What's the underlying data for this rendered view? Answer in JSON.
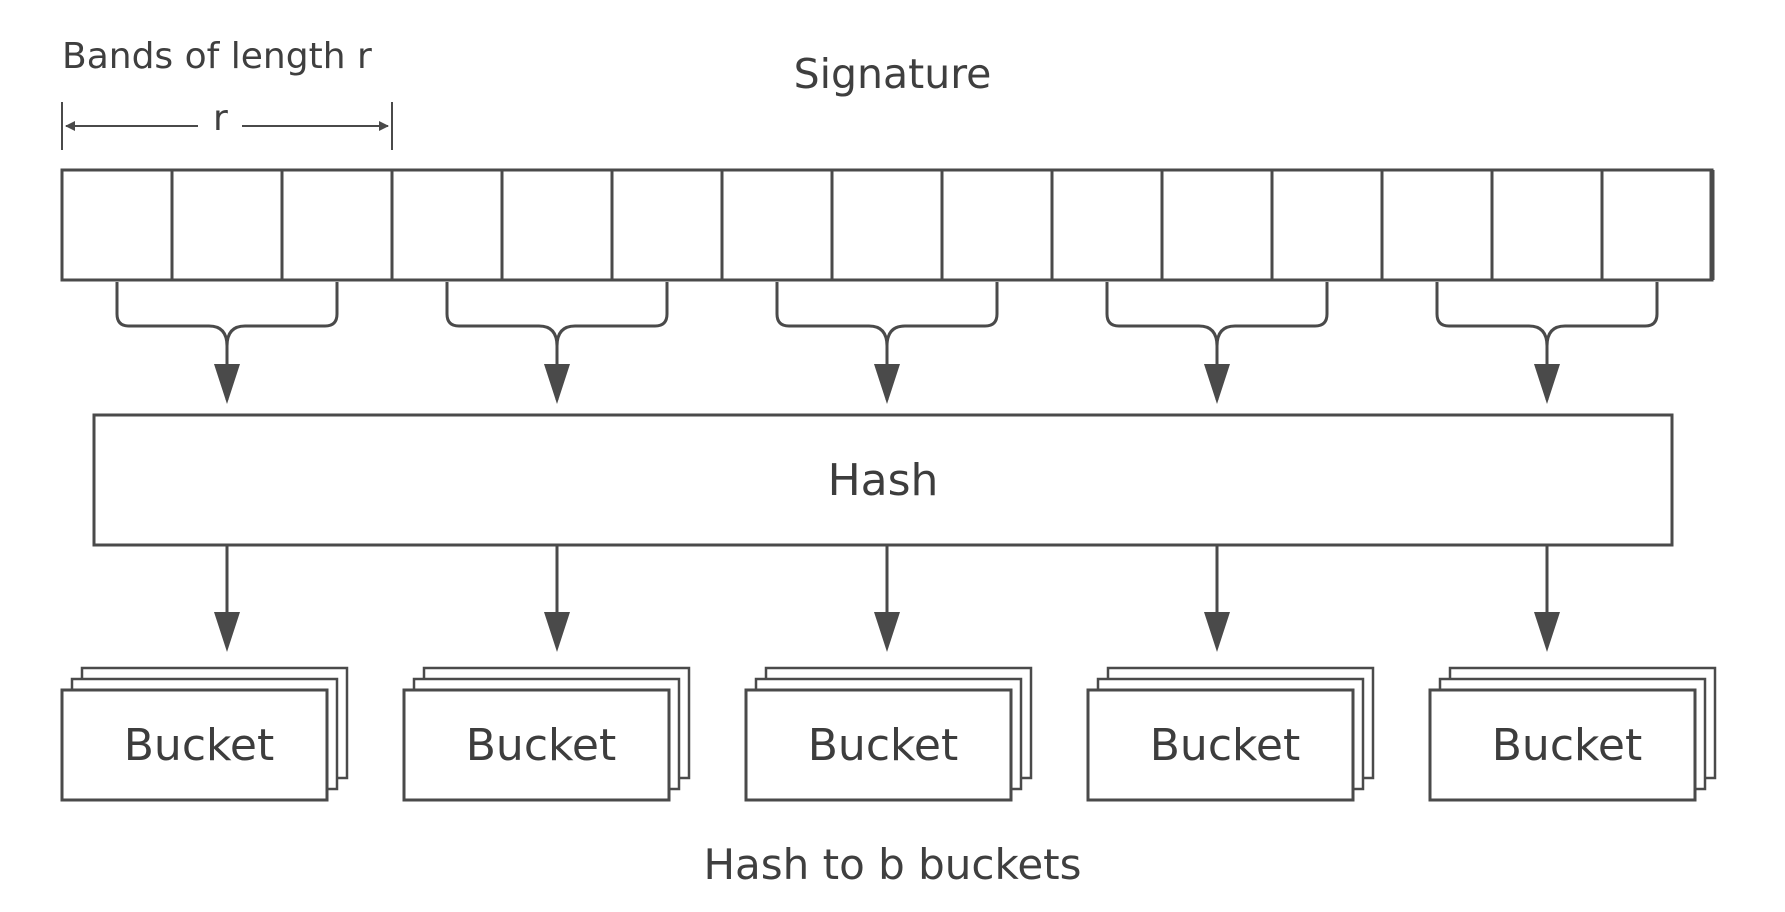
{
  "diagram": {
    "title": "Signature",
    "band_label": "Bands of length r",
    "band_width_label": "r",
    "hash_label": "Hash",
    "footer_label": "Hash to b buckets",
    "bucket_labels": [
      "Bucket",
      "Bucket",
      "Bucket",
      "Bucket",
      "Bucket"
    ],
    "signature_cells": 15,
    "bands": 5,
    "rows_per_band": 3
  },
  "colors": {
    "stroke": "#4a4a4a",
    "text": "#3d3d3d",
    "background": "#ffffff"
  }
}
